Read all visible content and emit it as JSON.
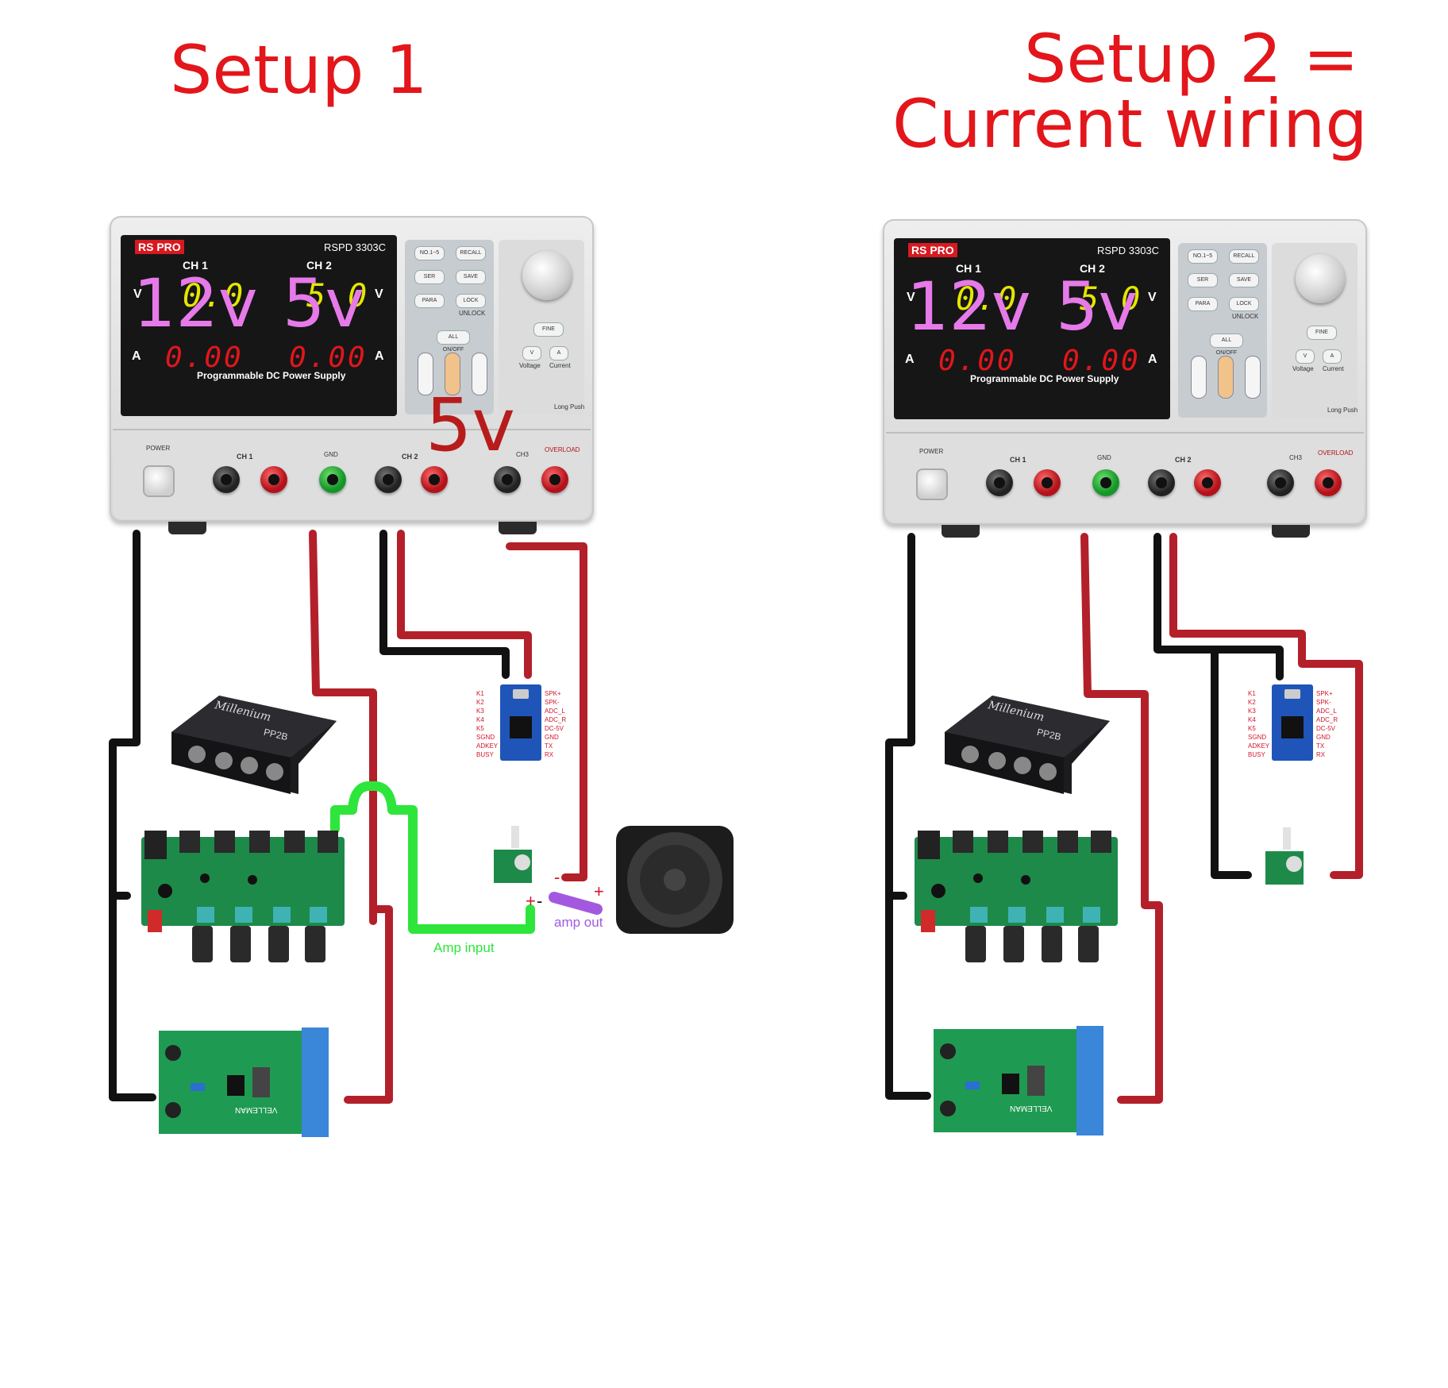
{
  "titles": {
    "setup1": "Setup 1",
    "setup2_line1": "Setup 2 =",
    "setup2_line2": "Current wiring"
  },
  "psu": {
    "brand": "RS PRO",
    "model": "RSPD 3303C",
    "ch1_label": "CH 1",
    "ch2_label": "CH 2",
    "ch3_label": "CH3",
    "v_unit": "V",
    "a_unit": "A",
    "display_v1": "0.0",
    "display_v2": "5.0",
    "display_a1": "0.00",
    "display_a2": "0.00",
    "footer": "Programmable DC Power Supply",
    "keys": [
      "NO.1~5",
      "RECALL",
      "SER",
      "SAVE",
      "PARA",
      "LOCK"
    ],
    "unlock": "UNLOCK",
    "all_onoff": "ALL ON/OFF",
    "fine": "FINE",
    "voltage": "Voltage",
    "current": "Current",
    "power": "POWER",
    "gnd": "GND",
    "overload": "OVERLOAD",
    "long_push": "Long Push"
  },
  "annotations": {
    "setup1_ch1_voltage": "12v",
    "setup1_ch2_voltage": "5v",
    "setup1_ch3_voltage": "5v",
    "setup2_ch1_voltage": "12v",
    "setup2_ch2_voltage": "5v",
    "amp_input": "Amp input",
    "amp_out": "amp out",
    "plus": "+",
    "minus": "-"
  },
  "modules": {
    "mp3_pins_left": "K1\nK2\nK3\nK4\nK5\nSGND\nADKEY\nBUSY",
    "mp3_pins_right": "SPK+\nSPK-\nADC_L\nADC_R\nDC-5V\nGND\nTX\nRX",
    "splitter_brand": "Millenium",
    "splitter_model": "PP2B",
    "velleman": "VELLEMAN"
  },
  "colors": {
    "title_red": "#e3161b",
    "wire_black": "#111111",
    "wire_red": "#b3202a",
    "wire_green": "#2ee53b",
    "wire_purple": "#a259e0",
    "voltage_pink": "#e67ae9",
    "annot_darkred": "#b71c1c"
  }
}
